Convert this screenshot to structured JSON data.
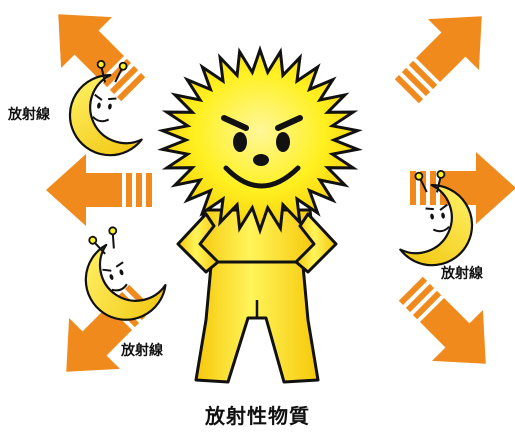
{
  "labels": {
    "radiation_top_left": "放射線",
    "radiation_bottom_left": "放射線",
    "radiation_right": "放射線"
  },
  "title": "放射性物質",
  "icons": [
    "radiation-arrow-icon",
    "crescent-moon-character-icon",
    "sun-character-icon"
  ],
  "colors": {
    "arrow": "#f08a1c",
    "character_yellow": "#fff020",
    "character_yellow_dark": "#f6c80a",
    "outline": "#111111"
  }
}
